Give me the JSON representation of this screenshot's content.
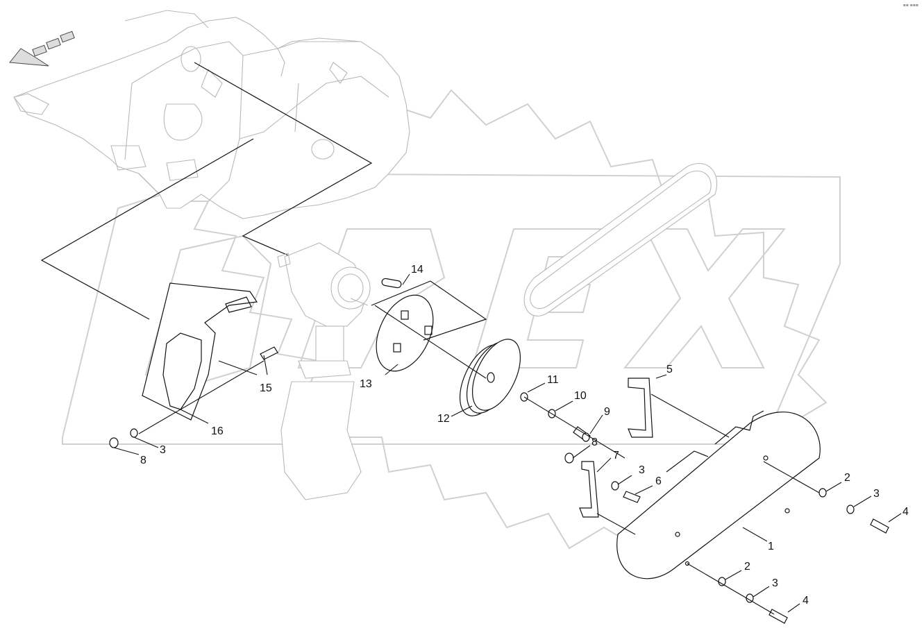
{
  "corner_mark": "▪▪ ▪▪▪",
  "callouts": [
    {
      "id": "c1",
      "text": "1"
    },
    {
      "id": "c2a",
      "text": "2"
    },
    {
      "id": "c2b",
      "text": "2"
    },
    {
      "id": "c3a",
      "text": "3"
    },
    {
      "id": "c3b",
      "text": "3"
    },
    {
      "id": "c3c",
      "text": "3"
    },
    {
      "id": "c3d",
      "text": "3"
    },
    {
      "id": "c4a",
      "text": "4"
    },
    {
      "id": "c4b",
      "text": "4"
    },
    {
      "id": "c5",
      "text": "5"
    },
    {
      "id": "c6",
      "text": "6"
    },
    {
      "id": "c7",
      "text": "7"
    },
    {
      "id": "c8a",
      "text": "8"
    },
    {
      "id": "c8b",
      "text": "8"
    },
    {
      "id": "c9",
      "text": "9"
    },
    {
      "id": "c10",
      "text": "10"
    },
    {
      "id": "c11",
      "text": "11"
    },
    {
      "id": "c12",
      "text": "12"
    },
    {
      "id": "c13",
      "text": "13"
    },
    {
      "id": "c14",
      "text": "14"
    },
    {
      "id": "c15",
      "text": "15"
    },
    {
      "id": "c16",
      "text": "16"
    }
  ]
}
